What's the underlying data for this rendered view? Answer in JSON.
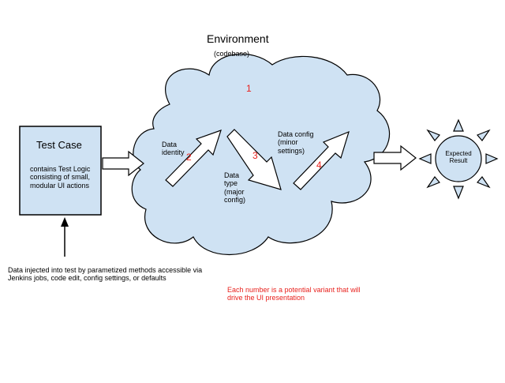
{
  "environment": {
    "title": "Environment",
    "subtitle": "(codebase)"
  },
  "test_case": {
    "title": "Test Case",
    "description": "contains Test Logic\nconsisting of small,\nmodular UI actions"
  },
  "steps": {
    "data_identity": "Data\nidentity",
    "data_type": "Data\ntype\n(major\nconfig)",
    "data_config": "Data config\n(minor\nsettings)"
  },
  "numbers": [
    "1",
    "2",
    "3",
    "4"
  ],
  "expected_result": "Expected\nResult",
  "injection_note": "Data injected into test by parametized methods accessible via\nJenkins jobs, code edit, config settings, or defaults",
  "variant_note": "Each number is a potential variant that will\ndrive the UI presentation",
  "colors": {
    "fill": "#cfe2f3",
    "stroke": "#000000",
    "accent": "#e8211d"
  }
}
